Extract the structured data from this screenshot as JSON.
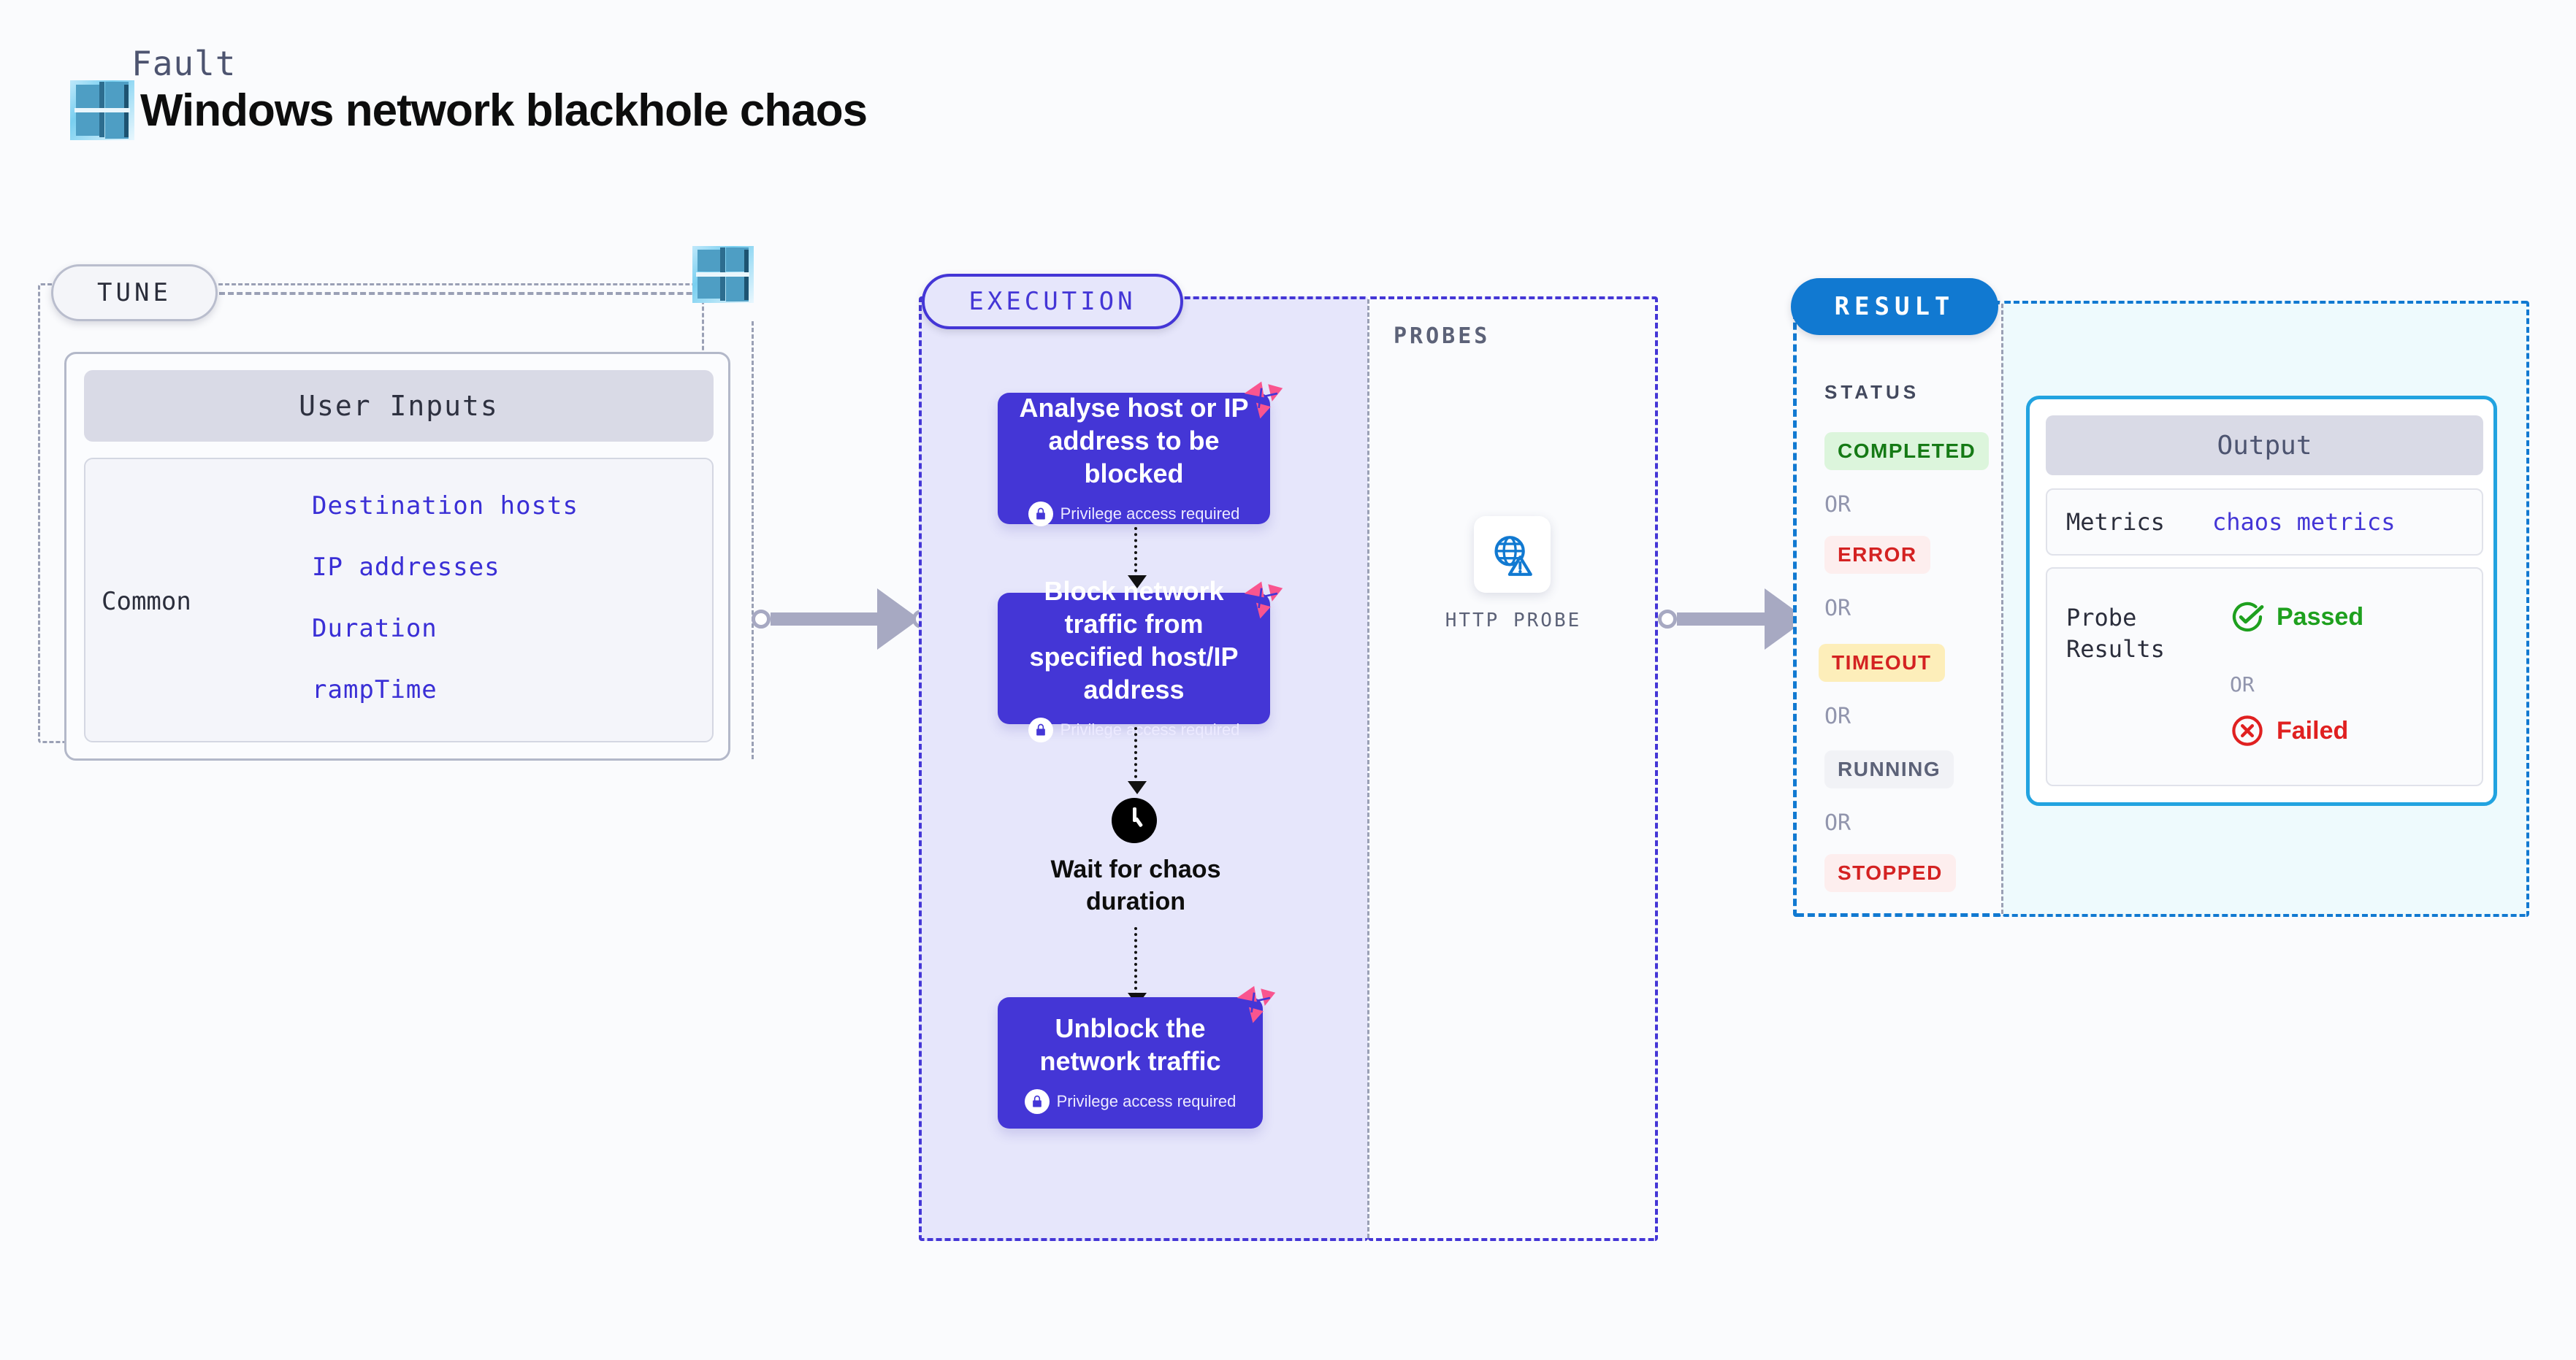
{
  "header": {
    "kicker": "Fault",
    "title": "Windows network blackhole chaos",
    "icon": "windows-logo"
  },
  "tune": {
    "pill_label": "TUNE",
    "icon": "windows-logo",
    "card": {
      "header": "User Inputs",
      "group_label": "Common",
      "inputs": [
        "Destination hosts",
        "IP addresses",
        "Duration",
        "rampTime"
      ]
    }
  },
  "execution": {
    "pill_label": "EXECUTION",
    "privilege_note": "Privilege access required",
    "steps": [
      {
        "type": "task",
        "label": "Analyse host or IP address to be blocked",
        "privileged": true,
        "badge": "litmus-logo"
      },
      {
        "type": "task",
        "label": "Block network traffic from specified host/IP address",
        "privileged": true,
        "badge": "litmus-logo"
      },
      {
        "type": "wait",
        "label": "Wait for chaos duration",
        "icon": "clock-icon"
      },
      {
        "type": "task",
        "label": "Unblock the network traffic",
        "privileged": true,
        "badge": "litmus-logo"
      }
    ]
  },
  "probes": {
    "title": "PROBES",
    "items": [
      {
        "label": "HTTP PROBE",
        "icon": "globe-warning-icon"
      }
    ]
  },
  "result": {
    "pill_label": "RESULT",
    "status_title": "STATUS",
    "or_label": "OR",
    "statuses": [
      {
        "label": "COMPLETED",
        "bg": "#dcf5dc",
        "fg": "#157a15"
      },
      {
        "label": "ERROR",
        "bg": "#fdeeee",
        "fg": "#d42222"
      },
      {
        "label": "TIMEOUT",
        "bg": "#fdeeba",
        "fg": "#d42222"
      },
      {
        "label": "RUNNING",
        "bg": "#f1f2f6",
        "fg": "#5c6278"
      },
      {
        "label": "STOPPED",
        "bg": "#fdeeee",
        "fg": "#d42222"
      }
    ],
    "output": {
      "header": "Output",
      "metrics_key": "Metrics",
      "metrics_value": "chaos metrics",
      "probe_results_key": "Probe Results",
      "passed_label": "Passed",
      "failed_label": "Failed",
      "or_label": "OR"
    }
  },
  "colors": {
    "execution_accent": "#4436d6",
    "result_accent": "#1179d1",
    "output_border": "#22a3e0",
    "litmus_pink": "#f9558f",
    "connector": "#a7a9c2",
    "page_bg": "#fafbfd"
  }
}
